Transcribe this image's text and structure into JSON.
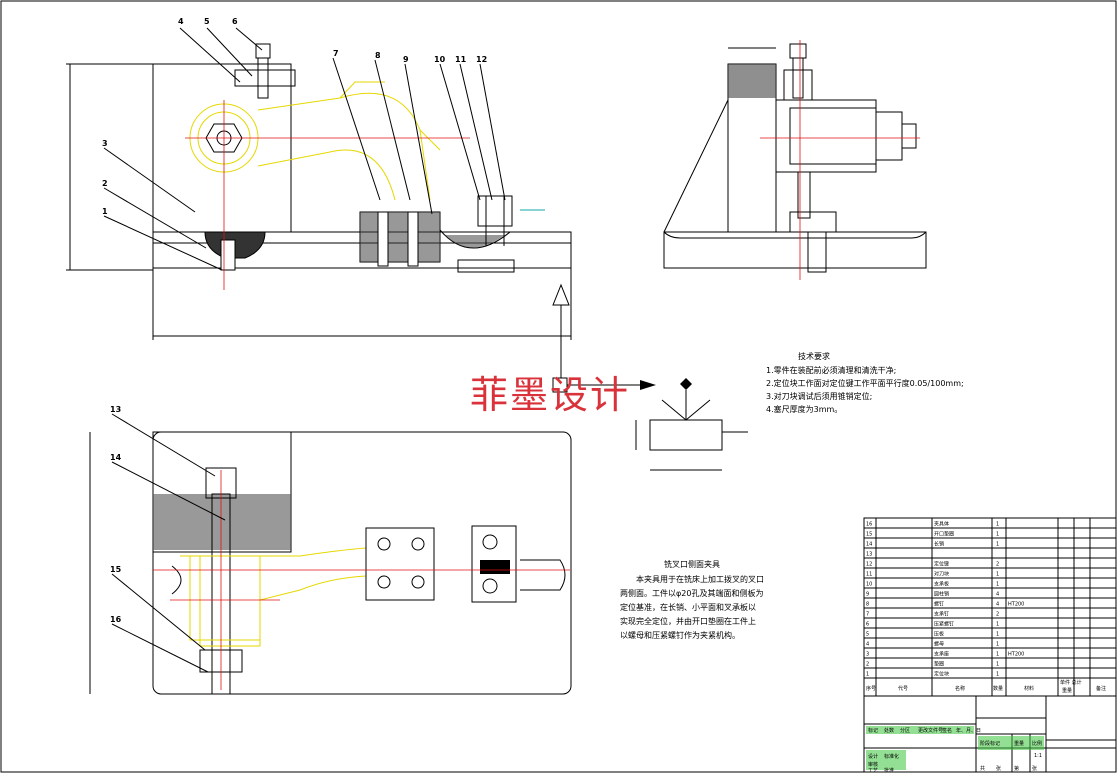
{
  "balloons": {
    "front": [
      "4",
      "5",
      "6",
      "7",
      "8",
      "9",
      "10",
      "11",
      "12",
      "3",
      "2",
      "1"
    ],
    "plan": [
      "13",
      "14",
      "15",
      "16"
    ]
  },
  "technical_requirements": {
    "title": "技术要求",
    "items": [
      "1.零件在装配前必须清理和清洗干净;",
      "2.定位块工作面对定位键工作平面平行度0.05/100mm;",
      "3.对刀块调试后须用锥销定位;",
      "4.塞尺厚度为3mm。"
    ]
  },
  "description": {
    "title": "铣叉口侧面夹具",
    "lines": [
      "本夹具用于在铣床上加工拨叉的叉口",
      "两侧面。工件以φ20孔及其端面和侧板为",
      "定位基准，在长销、小平面和叉承板以",
      "实现完全定位，并由开口垫圈在工件上",
      "以螺母和压紧螺钉作为夹紧机构。"
    ]
  },
  "watermark": "菲墨设计",
  "bom": {
    "headers": {
      "no": "序号",
      "code": "代号",
      "name": "名称",
      "qty": "数量",
      "material": "材料",
      "unit_total": "单件 总计",
      "weight": "重量",
      "remark": "备注"
    },
    "rows": [
      {
        "name": "夹具体",
        "qty": "1",
        "material": ""
      },
      {
        "name": "开口垫圈",
        "qty": "1",
        "material": ""
      },
      {
        "name": "长销",
        "qty": "1",
        "material": ""
      },
      {
        "name": "",
        "qty": "",
        "material": ""
      },
      {
        "name": "定位键",
        "qty": "2",
        "material": ""
      },
      {
        "name": "对刀块",
        "qty": "1",
        "material": ""
      },
      {
        "name": "支承板",
        "qty": "1",
        "material": ""
      },
      {
        "name": "圆柱销",
        "qty": "4",
        "material": ""
      },
      {
        "name": "螺钉",
        "qty": "4",
        "material": "HT200"
      },
      {
        "name": "支承钉",
        "qty": "2",
        "material": ""
      },
      {
        "name": "压紧螺钉",
        "qty": "1",
        "material": ""
      },
      {
        "name": "压板",
        "qty": "1",
        "material": ""
      },
      {
        "name": "螺母",
        "qty": "1",
        "material": ""
      },
      {
        "name": "支承座",
        "qty": "1",
        "material": "HT200"
      },
      {
        "name": "垫圈",
        "qty": "1",
        "material": ""
      },
      {
        "name": "定位块",
        "qty": "1",
        "material": ""
      }
    ]
  },
  "title_block": {
    "scale": "1:1",
    "cells": [
      "标记",
      "处数",
      "分区",
      "更改文件号",
      "签名",
      "年、月、日",
      "设计",
      "标准化",
      "阶段标记",
      "重量",
      "比例",
      "审核",
      "工艺",
      "批准",
      "共",
      "张",
      "第",
      "张"
    ]
  }
}
